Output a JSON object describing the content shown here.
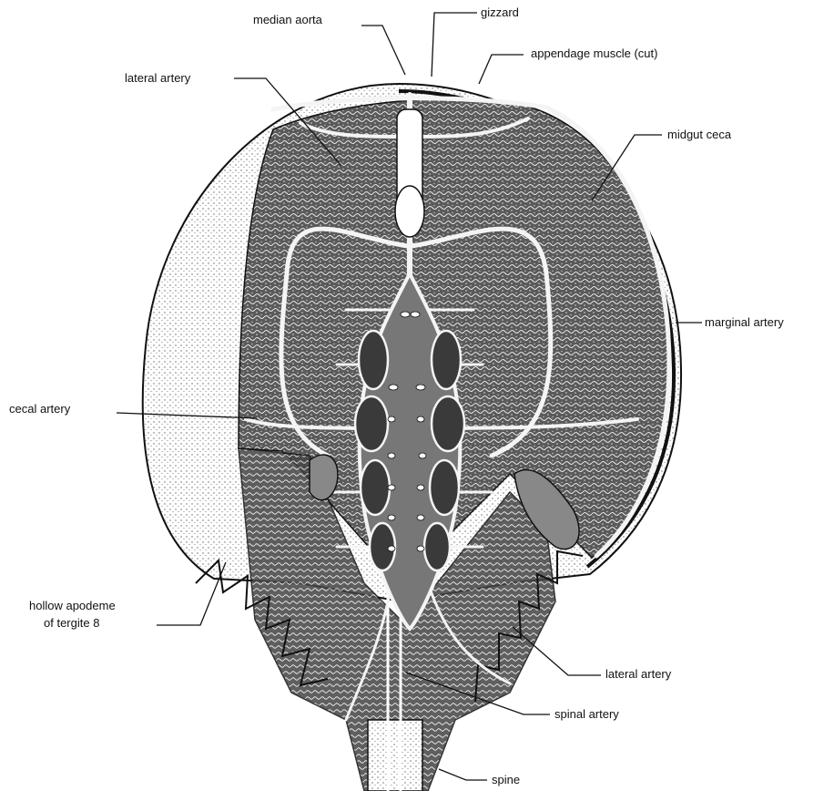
{
  "labels": {
    "median_aorta": "median aorta",
    "gizzard": "gizzard",
    "appendage_muscle": "appendage muscle (cut)",
    "lateral_artery_top": "lateral artery",
    "midgut_ceca": "midgut ceca",
    "marginal_artery": "marginal artery",
    "cecal_artery": "cecal artery",
    "hollow_apodeme_line1": "hollow apodeme",
    "hollow_apodeme_line2": "of tergite 8",
    "lateral_artery_bottom": "lateral artery",
    "spinal_artery": "spinal artery",
    "spine": "spine"
  }
}
